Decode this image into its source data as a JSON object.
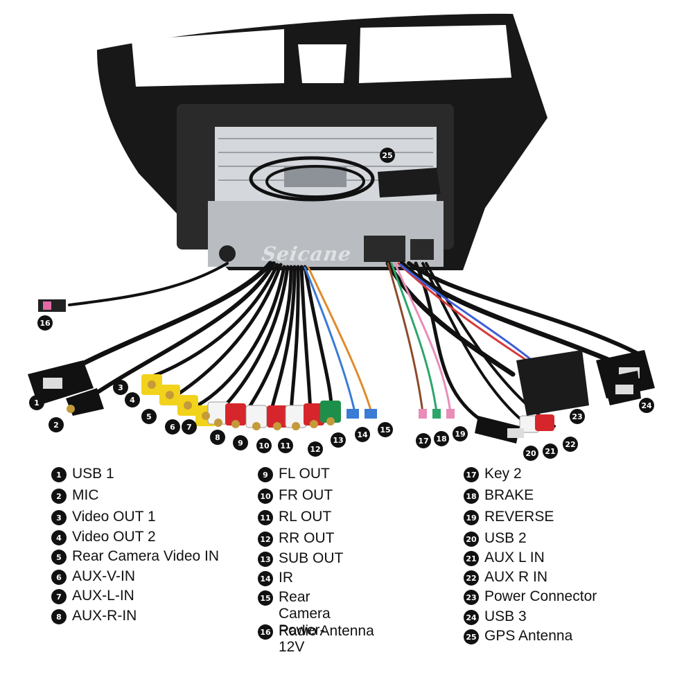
{
  "watermark": "Seicane",
  "legend": {
    "col1": [
      {
        "num": "1",
        "label": "USB 1"
      },
      {
        "num": "2",
        "label": "MIC"
      },
      {
        "num": "3",
        "label": "Video OUT 1"
      },
      {
        "num": "4",
        "label": "Video OUT 2"
      },
      {
        "num": "5",
        "label": "Rear Camera Video IN"
      },
      {
        "num": "6",
        "label": "AUX-V-IN"
      },
      {
        "num": "7",
        "label": "AUX-L-IN"
      },
      {
        "num": "8",
        "label": "AUX-R-IN"
      }
    ],
    "col2": [
      {
        "num": "9",
        "label": "FL OUT"
      },
      {
        "num": "10",
        "label": "FR OUT"
      },
      {
        "num": "11",
        "label": "RL OUT"
      },
      {
        "num": "12",
        "label": "RR OUT"
      },
      {
        "num": "13",
        "label": "SUB OUT"
      },
      {
        "num": "14",
        "label": "IR"
      },
      {
        "num": "15",
        "label": "Rear Camera\nPower-12V"
      },
      {
        "num": "16",
        "label": "Radio Antenna"
      }
    ],
    "col3": [
      {
        "num": "17",
        "label": "Key 2"
      },
      {
        "num": "18",
        "label": "BRAKE"
      },
      {
        "num": "19",
        "label": "REVERSE"
      },
      {
        "num": "20",
        "label": "USB 2"
      },
      {
        "num": "21",
        "label": "AUX L IN"
      },
      {
        "num": "22",
        "label": "AUX R IN"
      },
      {
        "num": "23",
        "label": "Power Connector"
      },
      {
        "num": "24",
        "label": "USB 3"
      },
      {
        "num": "25",
        "label": "GPS Antenna"
      }
    ]
  },
  "callouts": [
    "1",
    "2",
    "3",
    "4",
    "5",
    "6",
    "7",
    "8",
    "9",
    "10",
    "11",
    "12",
    "13",
    "14",
    "15",
    "16",
    "17",
    "18",
    "19",
    "20",
    "21",
    "22",
    "23",
    "24",
    "25"
  ],
  "colors": {
    "frame": "#1a1a1a",
    "chassis": "#c9ccd0",
    "cable": "#111111",
    "rca_yellow": "#f2d21b",
    "rca_white": "#f4f4f4",
    "rca_red": "#d6262b",
    "rca_green": "#1e8f4a"
  }
}
